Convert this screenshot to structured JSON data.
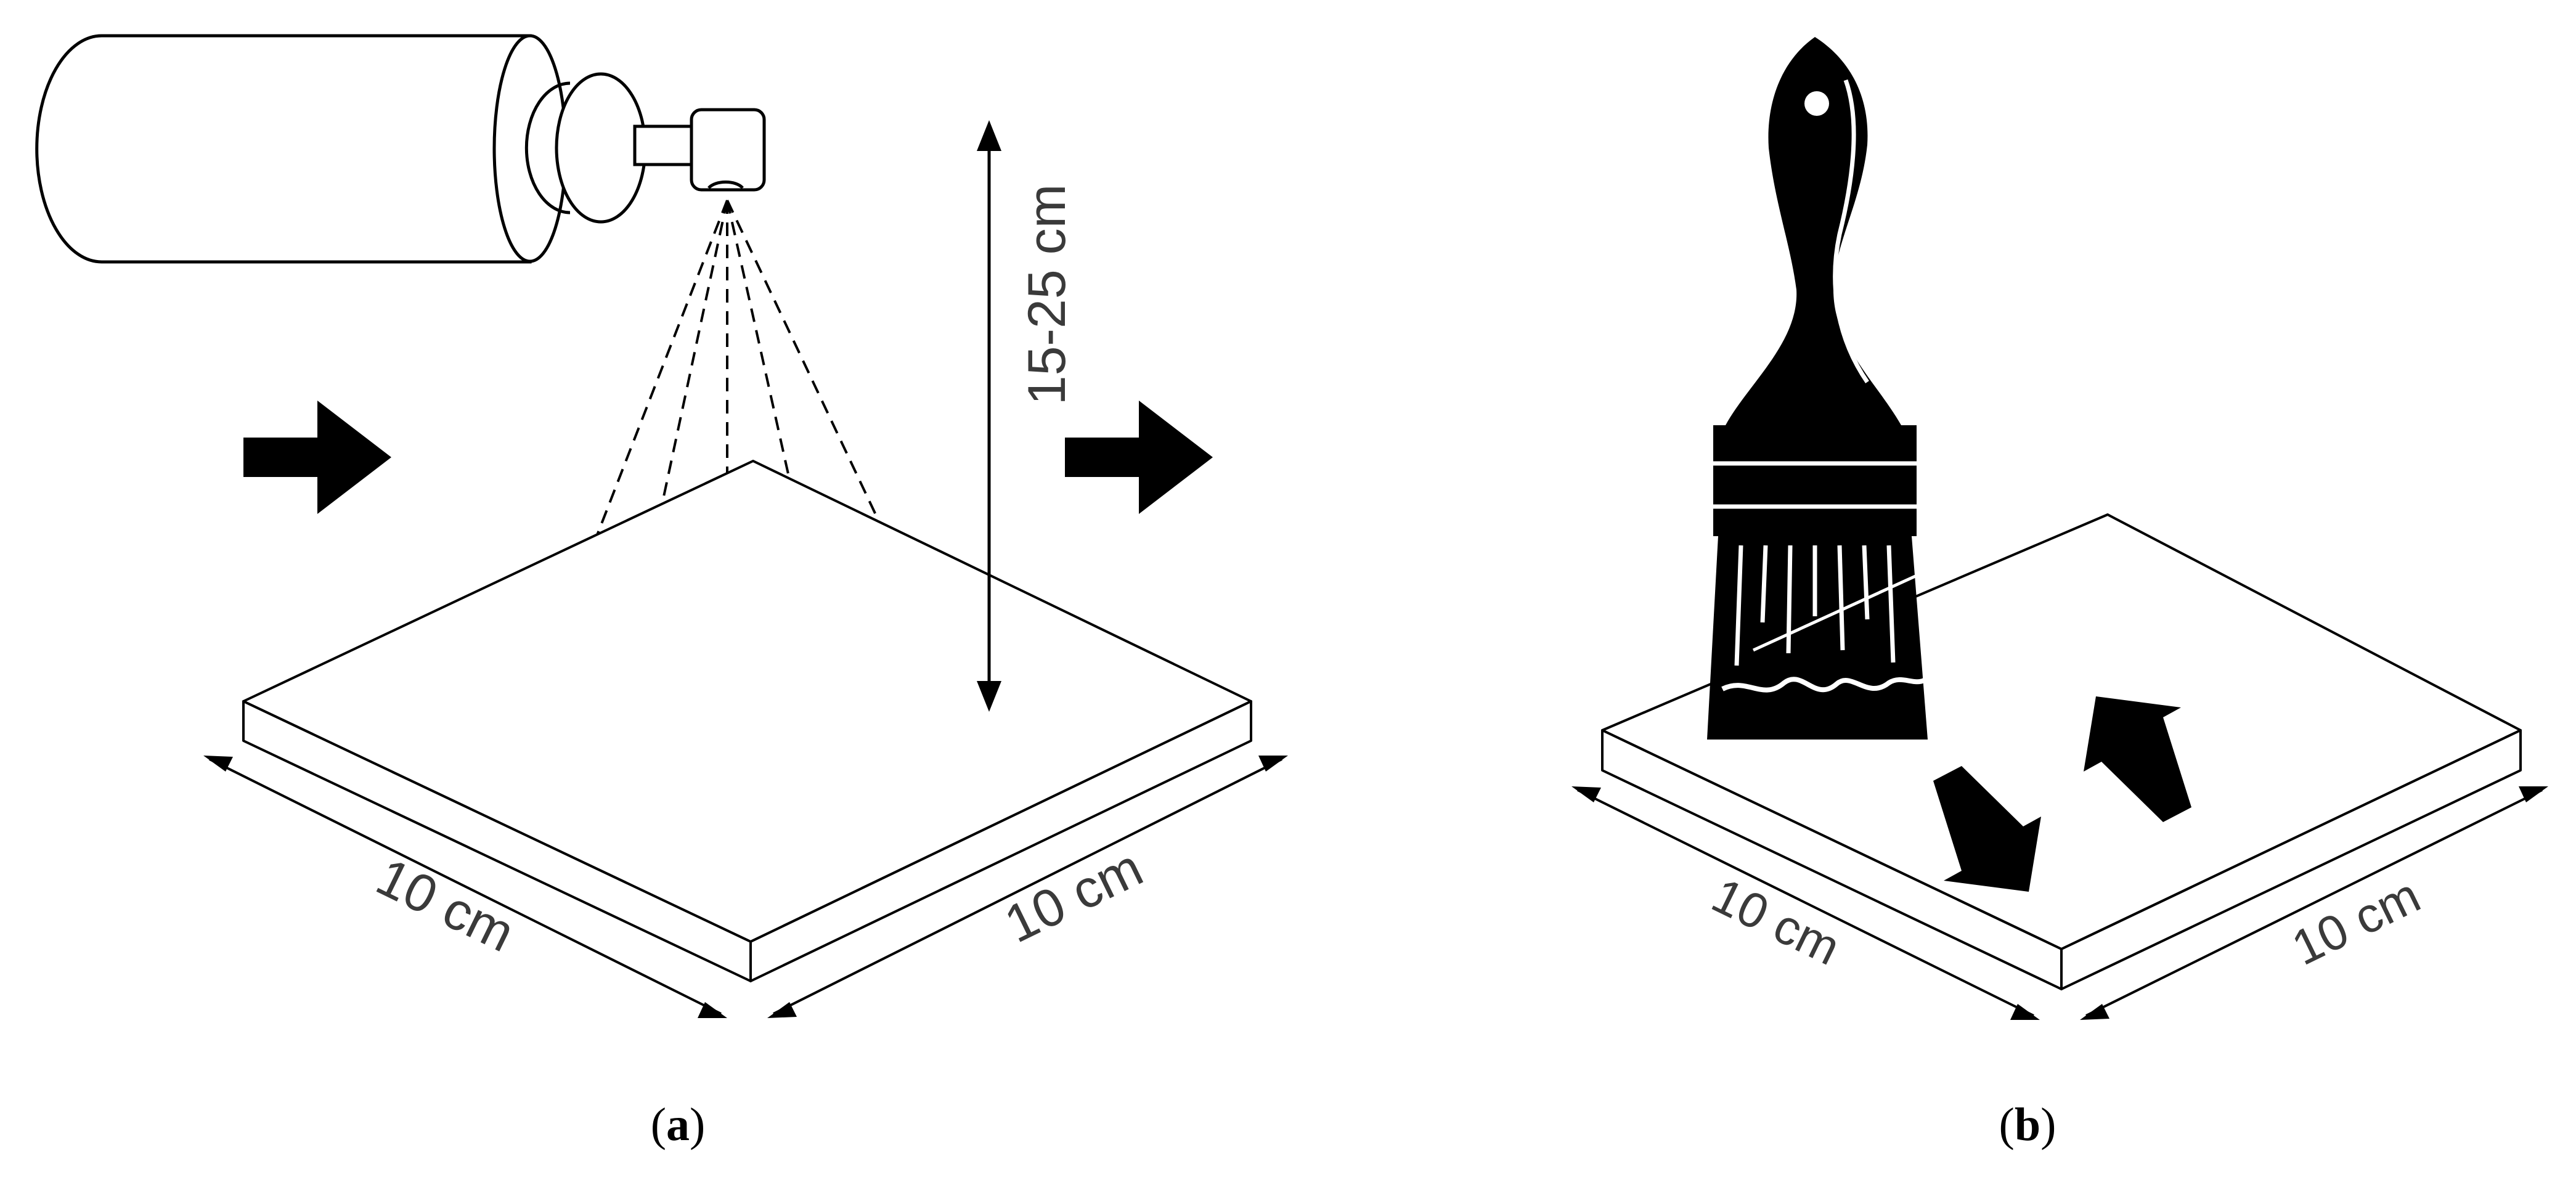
{
  "panel_a": {
    "height_label": "15-25 cm",
    "left_dimension": "10 cm",
    "right_dimension": "10 cm",
    "caption_open": "(",
    "caption_letter": "a",
    "caption_close": ")"
  },
  "panel_b": {
    "left_dimension": "10 cm",
    "right_dimension": "10 cm",
    "caption_open": "(",
    "caption_letter": "b",
    "caption_close": ")"
  },
  "colors": {
    "ink": "#000000",
    "label_gray": "#3a3a3a",
    "background": "#ffffff"
  },
  "icons": [
    "spray-can-icon",
    "paint-brush-icon",
    "right-arrow-icon",
    "back-and-forth-arrows-icon"
  ]
}
